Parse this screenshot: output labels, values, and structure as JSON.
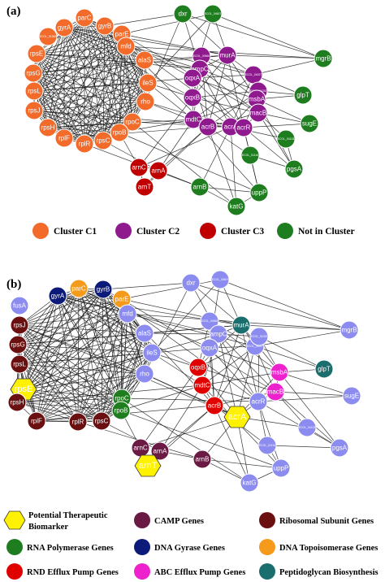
{
  "panel_a": {
    "label": "(a)",
    "legend": [
      {
        "label": "Cluster C1",
        "color": "#f26b2b"
      },
      {
        "label": "Cluster C2",
        "color": "#8e1a8e"
      },
      {
        "label": "Cluster C3",
        "color": "#c00000"
      },
      {
        "label": "Not in Cluster",
        "color": "#1e7d1e"
      }
    ]
  },
  "panel_b": {
    "label": "(b)",
    "legend": [
      {
        "label": "Potential Therapeutic",
        "label2": "Biomarker",
        "shape": "hexagon",
        "color": "#fff200"
      },
      {
        "label": "CAMP Genes",
        "color": "#6b1a44"
      },
      {
        "label": "Ribosomal Subunit Genes",
        "color": "#6b1010"
      },
      {
        "label": "RNA Polymerase Genes",
        "color": "#1e7d1e"
      },
      {
        "label": "DNA Gyrase Genes",
        "color": "#0c1a7a"
      },
      {
        "label": "DNA Topoisomerase Genes",
        "color": "#f59a1a"
      },
      {
        "label": "RND Efflux Pump Genes",
        "color": "#e00000"
      },
      {
        "label": "ABC Efflux Pump Genes",
        "color": "#ee22cc"
      },
      {
        "label": "Peptidoglycan Biosynthesis",
        "color": "#1a6e6e"
      }
    ]
  },
  "colors": {
    "c1": "#f26b2b",
    "c2": "#8e1a8e",
    "c3": "#c00000",
    "nc": "#1e7d1e",
    "lav": "#8c8cf0",
    "camp": "#6b1a44",
    "ribo": "#6b1010",
    "rnap": "#1e7d1e",
    "gyr": "#0c1a7a",
    "topo": "#f59a1a",
    "rnd": "#e00000",
    "abc": "#ee22cc",
    "pep": "#1a6e6e",
    "hex": "#fff200"
  },
  "nodes_a": [
    {
      "id": "gyrA",
      "label": "gyrA",
      "g": "c1"
    },
    {
      "id": "parC",
      "label": "parC",
      "g": "c1"
    },
    {
      "id": "gyrB",
      "label": "gyrB",
      "g": "c1"
    },
    {
      "id": "parE",
      "label": "parE",
      "g": "c1"
    },
    {
      "id": "ECOL_01360",
      "label": "ECOL_01360",
      "g": "c1",
      "small": true
    },
    {
      "id": "mfd",
      "label": "mfd",
      "g": "c1"
    },
    {
      "id": "rpsE",
      "label": "rpsE",
      "g": "c1"
    },
    {
      "id": "alaS",
      "label": "alaS",
      "g": "c1"
    },
    {
      "id": "rpsG",
      "label": "rpsG",
      "g": "c1"
    },
    {
      "id": "ileS",
      "label": "ileS",
      "g": "c1"
    },
    {
      "id": "rpsL",
      "label": "rpsL",
      "g": "c1"
    },
    {
      "id": "rho",
      "label": "rho",
      "g": "c1"
    },
    {
      "id": "rpsJ",
      "label": "rpsJ",
      "g": "c1"
    },
    {
      "id": "rpoC",
      "label": "rpoC",
      "g": "c1"
    },
    {
      "id": "rpsH",
      "label": "rpsH",
      "g": "c1"
    },
    {
      "id": "rpoB",
      "label": "rpoB",
      "g": "c1"
    },
    {
      "id": "rplF",
      "label": "rplF",
      "g": "c1"
    },
    {
      "id": "rpsC",
      "label": "rpsC",
      "g": "c1"
    },
    {
      "id": "rplR",
      "label": "rplR",
      "g": "c1"
    },
    {
      "id": "dxr",
      "label": "dxr",
      "g": "nc"
    },
    {
      "id": "ECOL_04607",
      "label": "ECOL_04607",
      "g": "nc",
      "small": true
    },
    {
      "id": "ECOL_00660",
      "label": "ECOL_00660",
      "g": "c2",
      "small": true
    },
    {
      "id": "murA",
      "label": "murA",
      "g": "c2"
    },
    {
      "id": "ampC",
      "label": "ampC",
      "g": "c2"
    },
    {
      "id": "ECOL_04027",
      "label": "ECOL_04027",
      "g": "c2",
      "small": true
    },
    {
      "id": "mgrB",
      "label": "mgrB",
      "g": "nc"
    },
    {
      "id": "oqxA",
      "label": "oqxA",
      "g": "c2"
    },
    {
      "id": "ECOL_01032",
      "label": "ECOL_01032",
      "g": "c2",
      "small": true
    },
    {
      "id": "oqxB",
      "label": "oqxB",
      "g": "c2"
    },
    {
      "id": "glpT",
      "label": "glpT",
      "g": "nc"
    },
    {
      "id": "msbA",
      "label": "msbA",
      "g": "c2"
    },
    {
      "id": "mdtC",
      "label": "mdtC",
      "g": "c2"
    },
    {
      "id": "macB",
      "label": "macB",
      "g": "c2"
    },
    {
      "id": "acrB",
      "label": "acrB",
      "g": "c2"
    },
    {
      "id": "acrA",
      "label": "acrA",
      "g": "c2"
    },
    {
      "id": "acrR",
      "label": "acrR",
      "g": "c2"
    },
    {
      "id": "sugE",
      "label": "sugE",
      "g": "nc"
    },
    {
      "id": "ECOL_04133",
      "label": "ECOL_04133",
      "g": "nc",
      "small": true
    },
    {
      "id": "ECOL_01116",
      "label": "ECOL_01116",
      "g": "nc",
      "small": true
    },
    {
      "id": "arnC",
      "label": "arnC",
      "g": "c3"
    },
    {
      "id": "arnA",
      "label": "arnA",
      "g": "c3"
    },
    {
      "id": "arnT",
      "label": "arnT",
      "g": "c3"
    },
    {
      "id": "arnB",
      "label": "arnB",
      "g": "nc"
    },
    {
      "id": "pgsA",
      "label": "pgsA",
      "g": "nc"
    },
    {
      "id": "uppP",
      "label": "uppP",
      "g": "nc"
    },
    {
      "id": "katG",
      "label": "katG",
      "g": "nc"
    }
  ],
  "nodes_b": [
    {
      "id": "fusA",
      "label": "fusA",
      "g": "lav"
    },
    {
      "id": "gyrA",
      "label": "gyrA",
      "g": "gyr"
    },
    {
      "id": "parC",
      "label": "parC",
      "g": "topo"
    },
    {
      "id": "gyrB",
      "label": "gyrB",
      "g": "gyr"
    },
    {
      "id": "parE",
      "label": "parE",
      "g": "topo"
    },
    {
      "id": "mfd",
      "label": "mfd",
      "g": "lav"
    },
    {
      "id": "rpsJ",
      "label": "rpsJ",
      "g": "ribo"
    },
    {
      "id": "alaS",
      "label": "alaS",
      "g": "lav"
    },
    {
      "id": "rpsG",
      "label": "rpsG",
      "g": "ribo"
    },
    {
      "id": "ileS",
      "label": "ileS",
      "g": "lav"
    },
    {
      "id": "rpsL",
      "label": "rpsL",
      "g": "ribo"
    },
    {
      "id": "rho",
      "label": "rho",
      "g": "lav"
    },
    {
      "id": "rpsE",
      "label": "rpsE",
      "g": "hex",
      "hex": true
    },
    {
      "id": "rpoC",
      "label": "rpoC",
      "g": "rnap"
    },
    {
      "id": "rpsH",
      "label": "rpsH",
      "g": "ribo"
    },
    {
      "id": "rpoB",
      "label": "rpoB",
      "g": "rnap"
    },
    {
      "id": "rplF",
      "label": "rplF",
      "g": "ribo"
    },
    {
      "id": "rpsC",
      "label": "rpsC",
      "g": "ribo"
    },
    {
      "id": "rplR",
      "label": "rplR",
      "g": "ribo"
    },
    {
      "id": "dxr",
      "label": "dxr",
      "g": "lav"
    },
    {
      "id": "ECOL_04607",
      "label": "ECOL_04607",
      "g": "lav",
      "small": true
    },
    {
      "id": "ECOL_00660",
      "label": "ECOL_00660",
      "g": "lav",
      "small": true
    },
    {
      "id": "murA",
      "label": "murA",
      "g": "pep"
    },
    {
      "id": "ampC",
      "label": "ampC",
      "g": "lav"
    },
    {
      "id": "ECOL_04027",
      "label": "ECOL_04027",
      "g": "lav",
      "small": true
    },
    {
      "id": "mgrB",
      "label": "mgrB",
      "g": "lav"
    },
    {
      "id": "oqxA",
      "label": "oqxA",
      "g": "lav"
    },
    {
      "id": "ECOL_01032",
      "label": "ECOL_01032",
      "g": "lav",
      "small": true
    },
    {
      "id": "oqxB",
      "label": "oqxB",
      "g": "rnd"
    },
    {
      "id": "glpT",
      "label": "glpT",
      "g": "pep"
    },
    {
      "id": "msbA",
      "label": "msbA",
      "g": "abc"
    },
    {
      "id": "mdtC",
      "label": "mdtC",
      "g": "rnd"
    },
    {
      "id": "macB",
      "label": "macB",
      "g": "abc"
    },
    {
      "id": "acrB",
      "label": "acrB",
      "g": "rnd"
    },
    {
      "id": "acrA",
      "label": "acrA",
      "g": "hex",
      "hex": true
    },
    {
      "id": "acrR",
      "label": "acrR",
      "g": "lav"
    },
    {
      "id": "sugE",
      "label": "sugE",
      "g": "lav"
    },
    {
      "id": "ECOL_04133",
      "label": "ECOL_04133",
      "g": "lav",
      "small": true
    },
    {
      "id": "ECOL_01116",
      "label": "ECOL_01116",
      "g": "lav",
      "small": true
    },
    {
      "id": "arnC",
      "label": "arnC",
      "g": "camp"
    },
    {
      "id": "arnA",
      "label": "arnA",
      "g": "camp"
    },
    {
      "id": "arnT",
      "label": "arnT",
      "g": "hex",
      "hex": true
    },
    {
      "id": "arnB",
      "label": "arnB",
      "g": "camp"
    },
    {
      "id": "pgsA",
      "label": "pgsA",
      "g": "lav"
    },
    {
      "id": "uppP",
      "label": "uppP",
      "g": "lav"
    },
    {
      "id": "katG",
      "label": "katG",
      "g": "lav"
    }
  ]
}
